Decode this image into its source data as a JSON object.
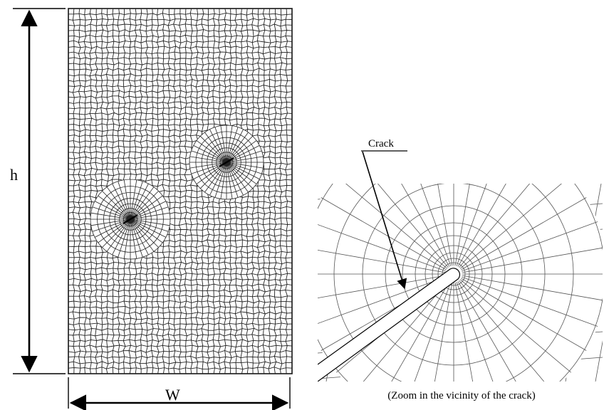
{
  "labels": {
    "height": "h",
    "width": "W",
    "crack": "Crack",
    "caption": "(Zoom in the vicinity of the crack)"
  },
  "colors": {
    "line": "#000000",
    "mesh": "#222222",
    "mesh_light": "#555555",
    "background": "#ffffff"
  }
}
